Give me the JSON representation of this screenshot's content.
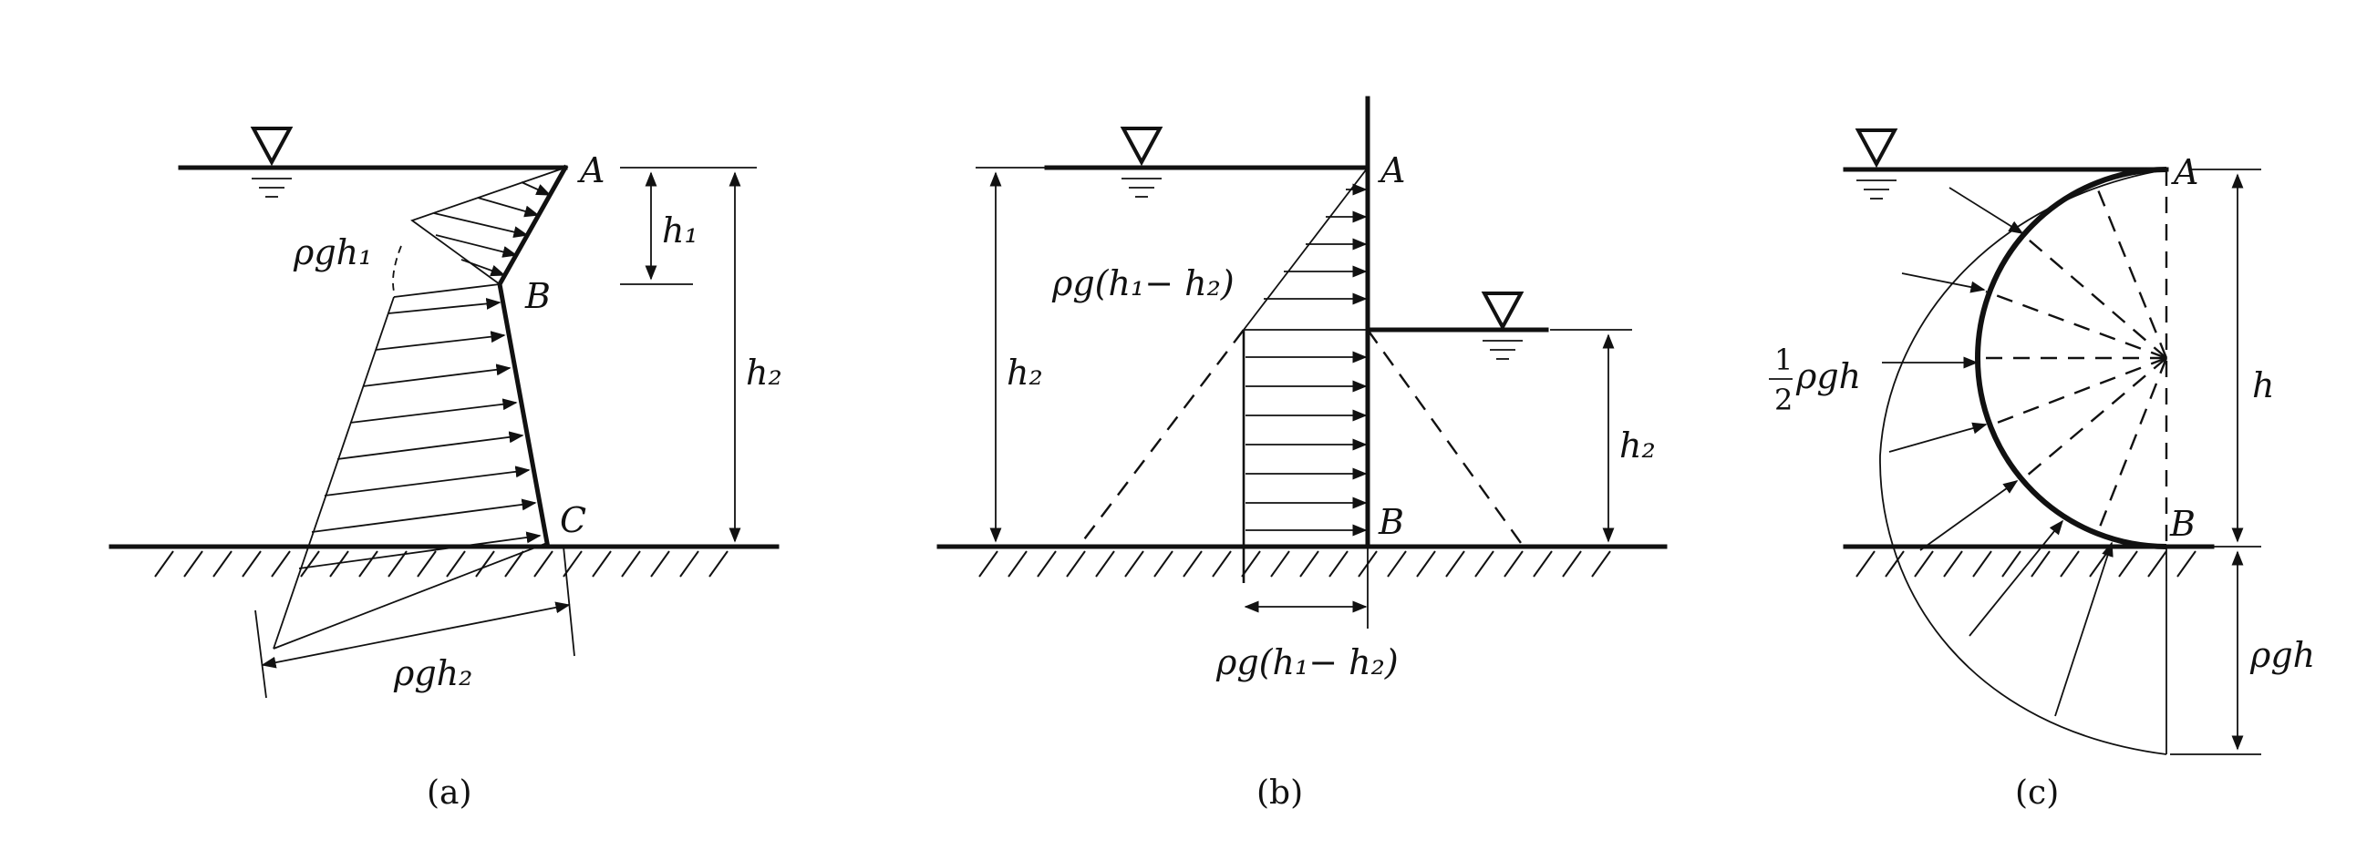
{
  "panels": [
    {
      "id": "a",
      "caption": "(a)",
      "labels": {
        "A": "A",
        "B": "B",
        "C": "C",
        "pressure_top": "ρgh₁",
        "pressure_bottom": "ρgh₂",
        "depth_1": "h₁",
        "depth_2": "h₂"
      }
    },
    {
      "id": "b",
      "caption": "(b)",
      "labels": {
        "A": "A",
        "B": "B",
        "pressure_diff_side": "ρg(h₁− h₂)",
        "pressure_diff_bottom": "ρg(h₁− h₂)",
        "depth_left": "h₂",
        "depth_right": "h₂"
      }
    },
    {
      "id": "c",
      "caption": "(c)",
      "labels": {
        "A": "A",
        "B": "B",
        "half_num": "1",
        "half_den": "2",
        "half_pressure": "ρgh",
        "depth": "h",
        "pressure_bottom": "ρgh"
      }
    }
  ]
}
